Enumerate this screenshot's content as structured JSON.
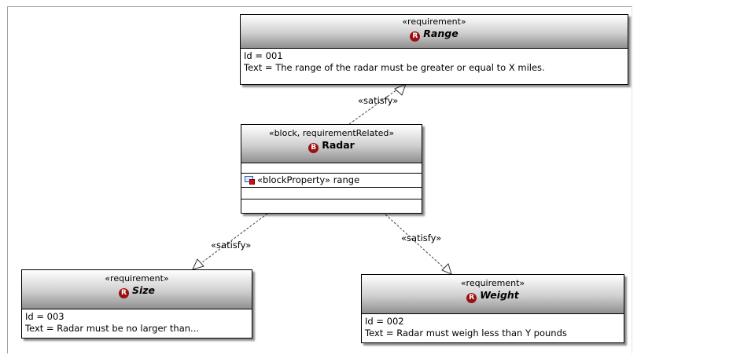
{
  "diagram": {
    "nodes": {
      "range": {
        "stereotype": "«requirement»",
        "badge": "R",
        "name": "Range",
        "id_line": "Id = 001",
        "text_line": "Text = The range of the radar must be greater or equal to X miles."
      },
      "radar": {
        "stereotype": "«block, requirementRelated»",
        "badge": "B",
        "name": "Radar",
        "property": "«blockProperty» range"
      },
      "size": {
        "stereotype": "«requirement»",
        "badge": "R",
        "name": "Size",
        "id_line": "Id = 003",
        "text_line": "Text = Radar must be no larger than..."
      },
      "weight": {
        "stereotype": "«requirement»",
        "badge": "R",
        "name": "Weight",
        "id_line": "Id = 002",
        "text_line": "Text = Radar must weigh less than Y pounds"
      }
    },
    "links": {
      "radar_range": "«satisfy»",
      "radar_size": "«satisfy»",
      "radar_weight": "«satisfy»"
    }
  },
  "colors": {
    "badge": "#9b1010",
    "header_top": "#ffffff",
    "header_bottom": "#8f8f8f"
  },
  "icons": {
    "badge": "requirement-badge-icon",
    "property": "block-property-icon"
  }
}
